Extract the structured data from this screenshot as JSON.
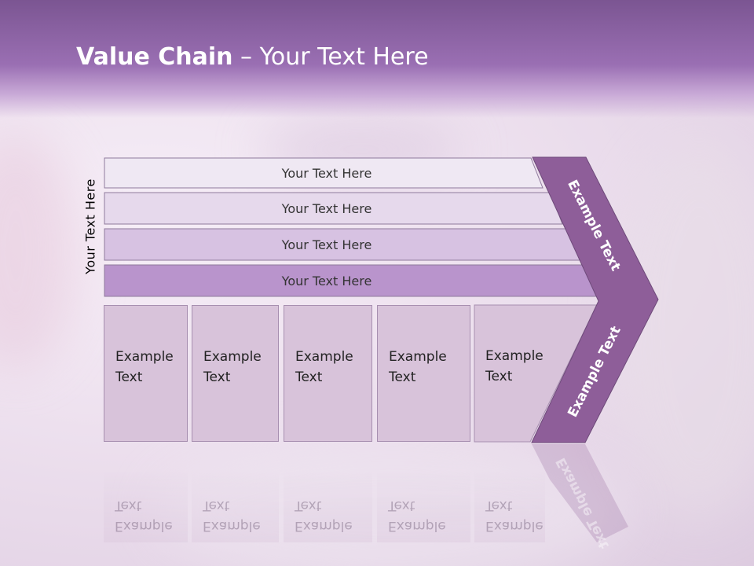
{
  "title": {
    "bold": "Value Chain",
    "rest": " – Your Text Here"
  },
  "side_label": "Your Text Here",
  "rows": [
    "Your Text Here",
    "Your Text Here",
    "Your Text Here",
    "Your Text Here"
  ],
  "columns": [
    {
      "line1": "Example",
      "line2": "Text"
    },
    {
      "line1": "Example",
      "line2": "Text"
    },
    {
      "line1": "Example",
      "line2": "Text"
    },
    {
      "line1": "Example",
      "line2": "Text"
    },
    {
      "line1": "Example",
      "line2": "Text"
    }
  ],
  "arrow_top_label": "Example Text",
  "arrow_bottom_label": "Example Text",
  "colors": {
    "header": "#9a6fb3",
    "arrow": "#8e5e99",
    "row1": "#efe8f3",
    "row2": "#e6d9ec",
    "row3": "#d7c2e2",
    "row4": "#b994cc",
    "column": "#d8c3da"
  }
}
